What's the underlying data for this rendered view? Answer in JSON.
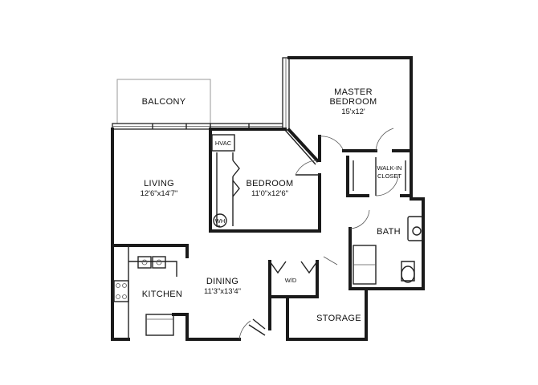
{
  "rooms": {
    "balcony": {
      "name": "BALCONY"
    },
    "master": {
      "name_line1": "MASTER",
      "name_line2": "BEDROOM",
      "size": "15'x12'"
    },
    "hvac": {
      "name": "HVAC"
    },
    "living": {
      "name": "LIVING",
      "size": "12'6\"x14'7\""
    },
    "bedroom": {
      "name": "BEDROOM",
      "size": "11'0\"x12'6\""
    },
    "walkin": {
      "name_line1": "WALK-IN",
      "name_line2": "CLOSET"
    },
    "wh": {
      "name": "WH"
    },
    "bath": {
      "name": "BATH"
    },
    "wd": {
      "name": "W/D"
    },
    "dining": {
      "name": "DINING",
      "size": "11'3\"x13'4\""
    },
    "kitchen": {
      "name": "KITCHEN"
    },
    "storage": {
      "name": "STORAGE"
    }
  }
}
